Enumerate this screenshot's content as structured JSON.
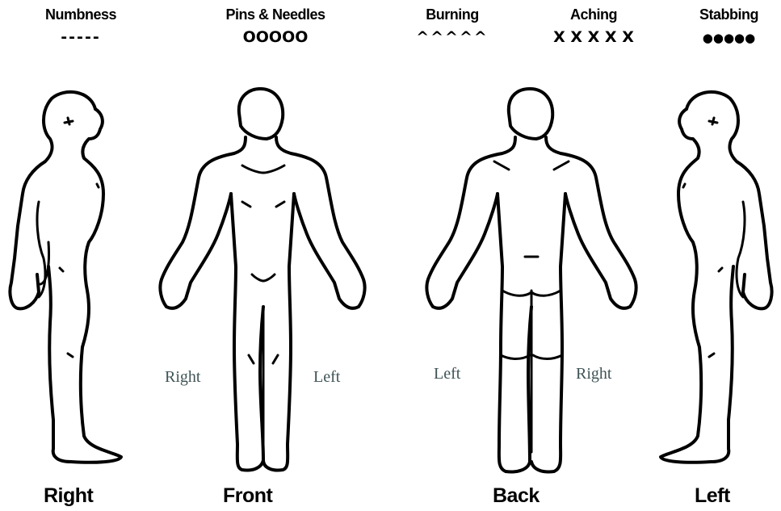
{
  "legend": [
    {
      "label": "Numbness",
      "symbol": "-----",
      "icon": "dash-line-icon"
    },
    {
      "label": "Pins & Needles",
      "symbol": "OOOOO",
      "icon": "circle-row-icon"
    },
    {
      "label": "Burning",
      "symbol": "^^^^^",
      "icon": "caret-row-icon"
    },
    {
      "label": "Aching",
      "symbol": "X X X X X",
      "icon": "cross-row-icon"
    },
    {
      "label": "Stabbing",
      "symbol": "●●●●●",
      "icon": "dot-row-icon"
    }
  ],
  "views": {
    "right": "Right",
    "front": "Front",
    "back": "Back",
    "left": "Left"
  },
  "front_sides": {
    "right": "Right",
    "left": "Left"
  },
  "back_sides": {
    "left": "Left",
    "right": "Right"
  }
}
